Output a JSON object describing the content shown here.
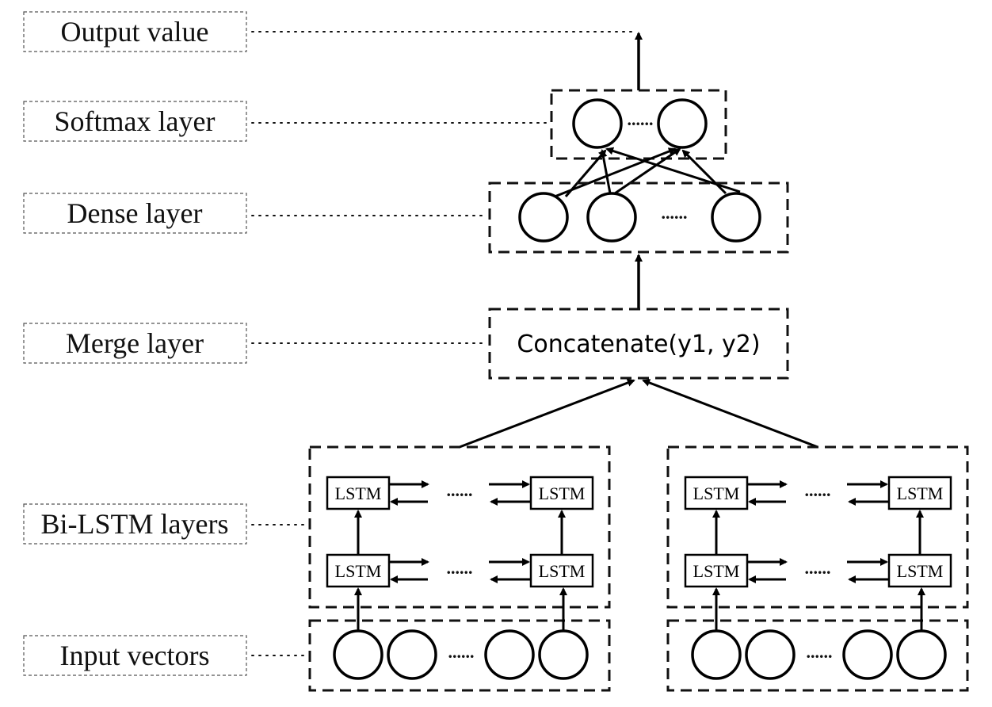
{
  "layers": {
    "output": "Output value",
    "softmax": "Softmax layer",
    "dense": "Dense layer",
    "merge": "Merge layer",
    "bilstm": "Bi-LSTM layers",
    "input": "Input vectors"
  },
  "merge_op": "Concatenate(y1, y2)",
  "lstm_label": "LSTM",
  "ellipsis": "......"
}
